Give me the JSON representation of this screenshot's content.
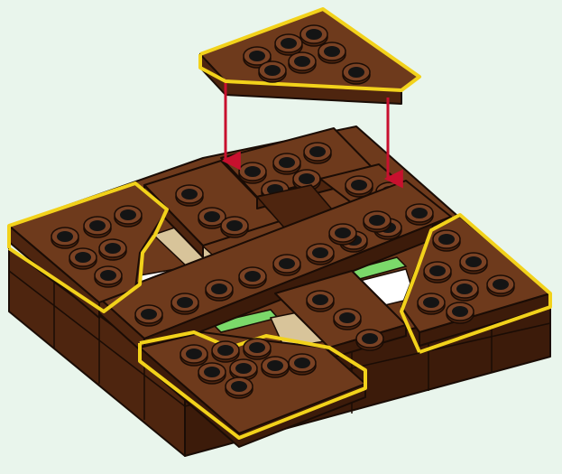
{
  "colors": {
    "background": "#E9F5EC",
    "brick_top": "#6E3A1C",
    "brick_top_light": "#7C4424",
    "brick_side": "#4E250F",
    "brick_side_dark": "#3C1B0A",
    "stud_top": "#7A4224",
    "stud_hole": "#141414",
    "highlight_outline": "#F2D21B",
    "arrow": "#C8102E",
    "gap_tan": "#D8C49A",
    "gap_green": "#7BD96A",
    "gap_white": "#FFFFFF",
    "stroke": "#1A0C05"
  },
  "instruction": {
    "step_action": "place-wedge-plate",
    "highlighted_parts": 4,
    "arrow_icon": "down-arrow-icon",
    "arrow_count": 2
  }
}
